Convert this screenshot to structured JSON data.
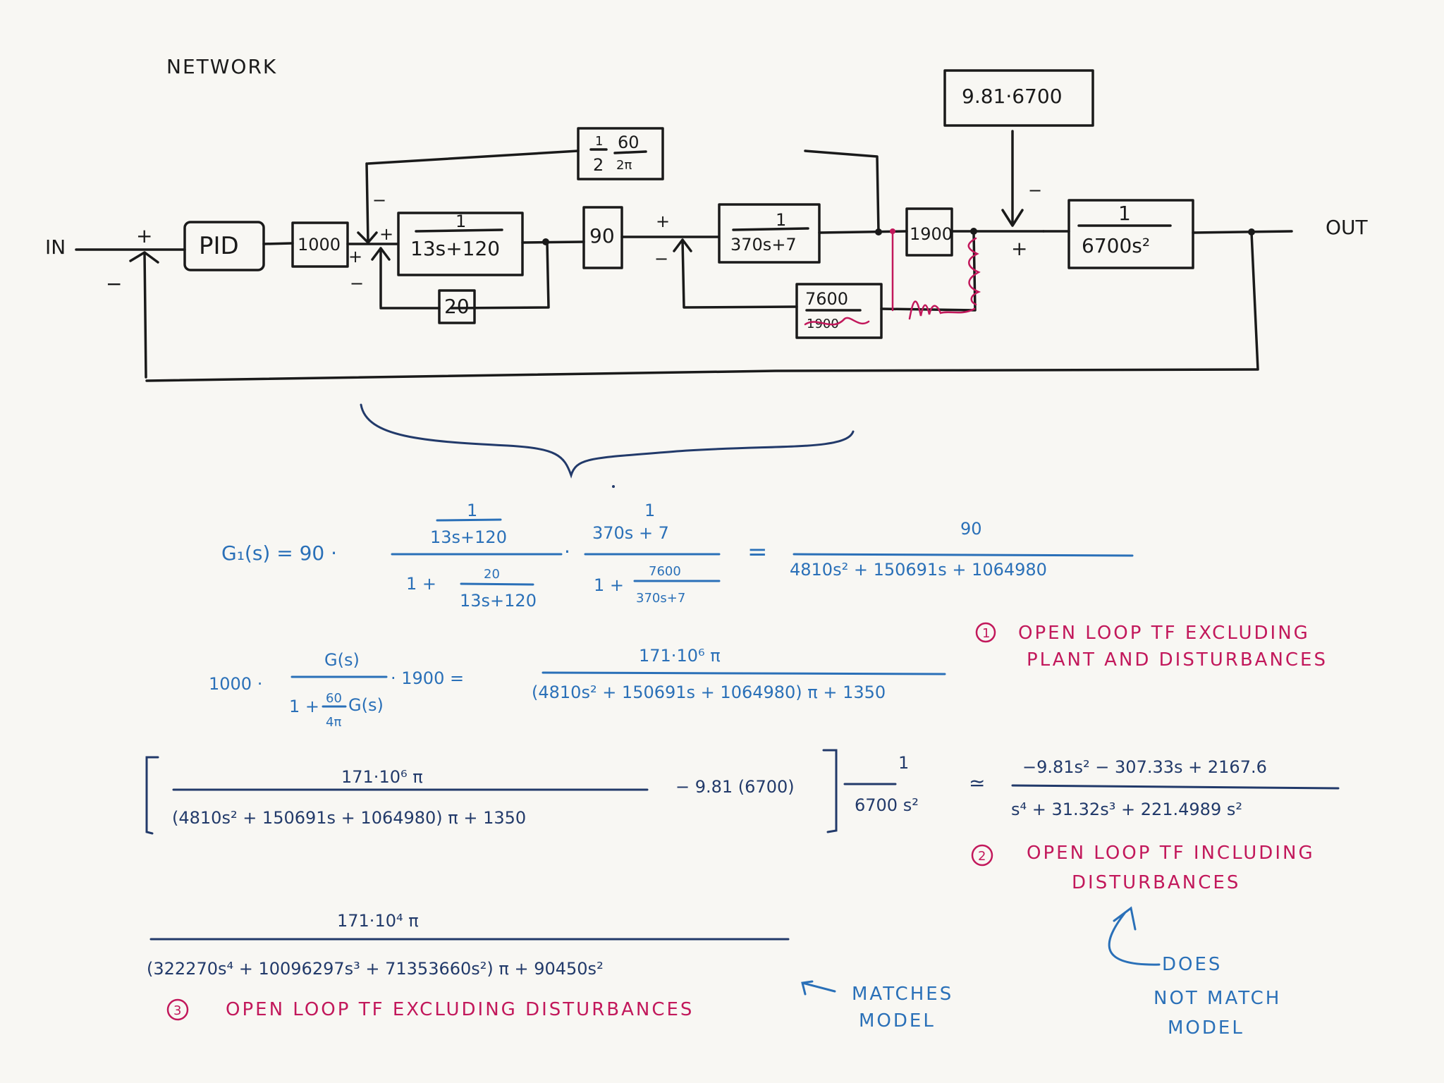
{
  "title": "NETWORK",
  "diagram": {
    "input_label": "IN",
    "output_label": "OUT",
    "blocks": {
      "pid": "PID",
      "gain_1000": "1000",
      "tf1_num": "1",
      "tf1_den": "13s+120",
      "fb_20": "20",
      "gain_90": "90",
      "tf2_num": "1",
      "tf2_den": "370s+7",
      "fb_7600_num": "7600",
      "fb_7600_den_crossed": "1900",
      "gain_1900": "1900",
      "plant_num": "1",
      "plant_den": "6700s²",
      "disturbance": "9.81·6700",
      "outer_fb_a_num": "1",
      "outer_fb_a_den": "2",
      "outer_fb_b_num": "60",
      "outer_fb_b_den": "2π"
    },
    "signs": {
      "sum1_top": "+",
      "sum1_bottom": "−",
      "sum2_top_left": "−",
      "sum2_top_right": "+",
      "sum2_bottom_left": "+",
      "sum2_bottom": "−",
      "sum3_top": "+",
      "sum3_bottom": "−",
      "sum4_top": "−",
      "sum4_bottom": "+"
    }
  },
  "equations": {
    "g1": {
      "lhs": "G₁(s) = 90 ·",
      "f1_inner_num": "1",
      "f1_inner_den": "13s+120",
      "f1_den_prefix": "1 +",
      "f1_den_num": "20",
      "f1_den_den": "13s+120",
      "dot": "·",
      "f2_inner_num": "1",
      "f2_inner_den": "370s + 7",
      "f2_den_prefix": "1 +",
      "f2_den_num": "7600",
      "f2_den_den": "370s+7",
      "equals": "=",
      "result_num": "90",
      "result_den": "4810s² + 150691s + 1064980"
    },
    "eq2": {
      "prefix": "1000 ·",
      "num": "G(s)",
      "den_prefix": "1 +",
      "den_frac_num": "60",
      "den_frac_den": "4π",
      "den_suffix": "G(s)",
      "mult": "· 1900  =",
      "result_num": "171·10⁶ π",
      "result_den": "(4810s² + 150691s + 1064980) π + 1350"
    },
    "eq3": {
      "bracket_num": "171·10⁶ π",
      "bracket_den": "(4810s² + 150691s + 1064980) π + 1350",
      "minus_term": "− 9.81 (6700)",
      "plant_num": "1",
      "plant_den": "6700 s²",
      "approx": "≃",
      "result_num": "−9.81s² − 307.33s + 2167.6",
      "result_den": "s⁴ + 31.32s³ + 221.4989 s²"
    },
    "eq4": {
      "num": "171·10⁴ π",
      "den": "(322270s⁴ + 10096297s³ + 71353660s²) π + 90450s²"
    }
  },
  "annotations": {
    "note1": {
      "number": "1",
      "line1": "OPEN LOOP TF EXCLUDING",
      "line2": "PLANT AND DISTURBANCES"
    },
    "note2": {
      "number": "2",
      "line1": "OPEN LOOP TF INCLUDING",
      "line2": "DISTURBANCES"
    },
    "note3": {
      "number": "3",
      "line1": "OPEN LOOP TF EXCLUDING DISTURBANCES"
    },
    "matches": {
      "line1": "MATCHES",
      "line2": "MODEL"
    },
    "not_match": {
      "line1": "DOES",
      "line2": "NOT MATCH",
      "line3": "MODEL"
    }
  },
  "colors": {
    "ink_black": "#1a1a1a",
    "ink_blue": "#2a70b8",
    "ink_navy": "#223a6a",
    "ink_red": "#c2185b",
    "paper": "#f8f7f3"
  }
}
